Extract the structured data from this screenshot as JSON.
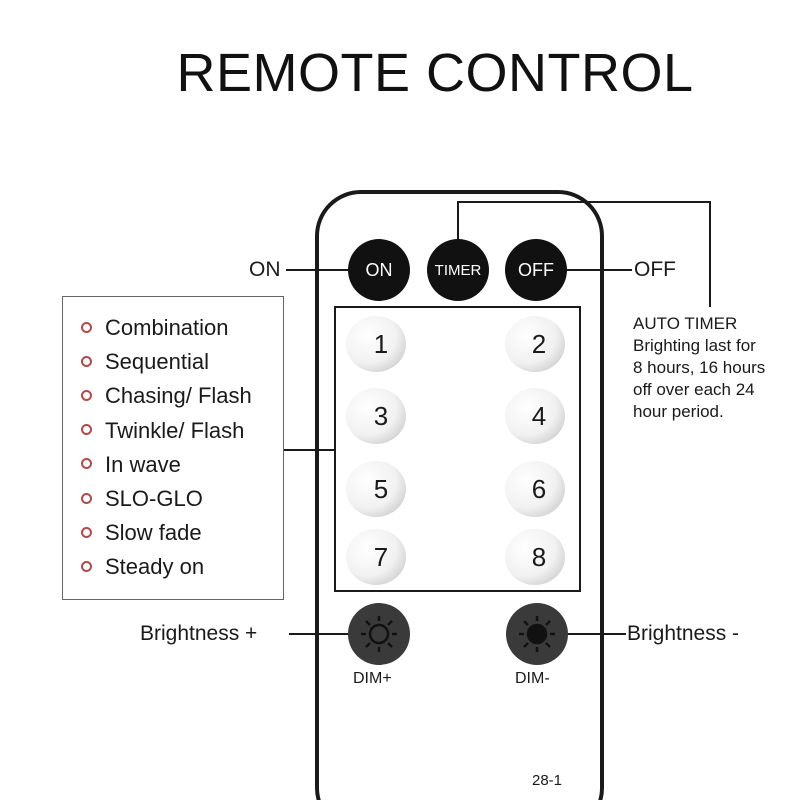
{
  "title": "REMOTE CONTROL",
  "top_buttons": {
    "on": "ON",
    "timer": "TIMER",
    "off": "OFF"
  },
  "callouts": {
    "on": "ON",
    "off": "OFF",
    "brightness_up": "Brightness +",
    "brightness_down": "Brightness -"
  },
  "modes": [
    "Combination",
    "Sequential",
    "Chasing/ Flash",
    "Twinkle/ Flash",
    "In wave",
    "SLO-GLO",
    "Slow fade",
    "Steady on"
  ],
  "number_buttons": [
    "1",
    "2",
    "3",
    "4",
    "5",
    "6",
    "7",
    "8"
  ],
  "auto_timer": {
    "heading": "AUTO TIMER",
    "lines": [
      "Brighting last for",
      "8 hours, 16 hours",
      "off over each 24",
      "hour period."
    ]
  },
  "dim_buttons": {
    "plus": "DIM+",
    "minus": "DIM-"
  },
  "model": "28-1",
  "colors": {
    "button_dark": "#111111",
    "bullet": "#b34a4a",
    "outline": "#1a1a1a"
  }
}
